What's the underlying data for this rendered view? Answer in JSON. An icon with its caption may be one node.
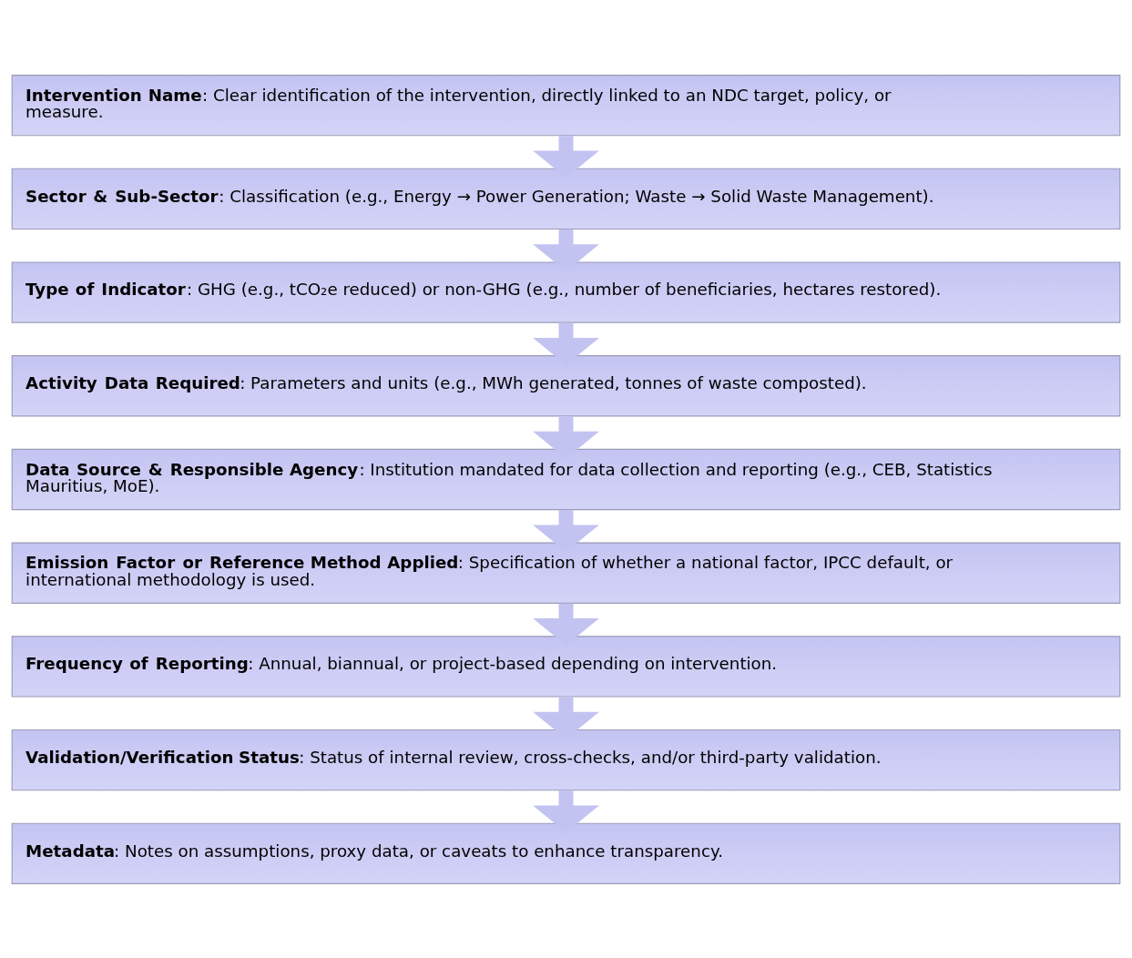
{
  "diagram": {
    "nodes": [
      {
        "text": [
          "**Intervention Name**: Clear identification of the intervention, directly linked to an NDC target, policy, or measure."
        ]
      },
      {
        "text": [
          "**Sector & Sub-Sector**: Classification (e.g., Energy → Power Generation; Waste → Solid Waste Management)."
        ]
      },
      {
        "text": [
          "**Type of Indicator**: GHG (e.g., tCO₂e reduced) or non-GHG (e.g., number of beneficiaries, hectares restored)."
        ]
      },
      {
        "text": [
          "**Activity Data Required**: Parameters and units (e.g., MWh generated, tonnes of waste composted)."
        ]
      },
      {
        "text": [
          "**Data Source & Responsible Agency**: Institution mandated for data collection and reporting (e.g., CEB, Statistics Mauritius, MoE)."
        ]
      },
      {
        "text": [
          "**Emission Factor or Reference Method Applied**: Specification of whether a national factor, IPCC default, or international methodology is used."
        ]
      },
      {
        "text": [
          "**Frequency of Reporting**: Annual, biannual, or project-based depending on intervention."
        ]
      },
      {
        "text": [
          "**Validation/Verification Status**: Status of internal review, cross-checks, and/or third-party validation."
        ]
      },
      {
        "text": [
          "**Metadata**: Notes on assumptions, proxy data, or caveats to enhance transparency."
        ]
      }
    ],
    "edges": [
      {
        "from": 0,
        "to": 1,
        "arrow": "to"
      },
      {
        "from": 1,
        "to": 2,
        "arrow": "to"
      },
      {
        "from": 2,
        "to": 3,
        "arrow": "to"
      },
      {
        "from": 3,
        "to": 4,
        "arrow": "to"
      },
      {
        "from": 4,
        "to": 5,
        "arrow": "to"
      },
      {
        "from": 5,
        "to": 6,
        "arrow": "to"
      },
      {
        "from": 6,
        "to": 7,
        "arrow": "to"
      },
      {
        "from": 7,
        "to": 8,
        "arrow": "to"
      }
    ]
  }
}
